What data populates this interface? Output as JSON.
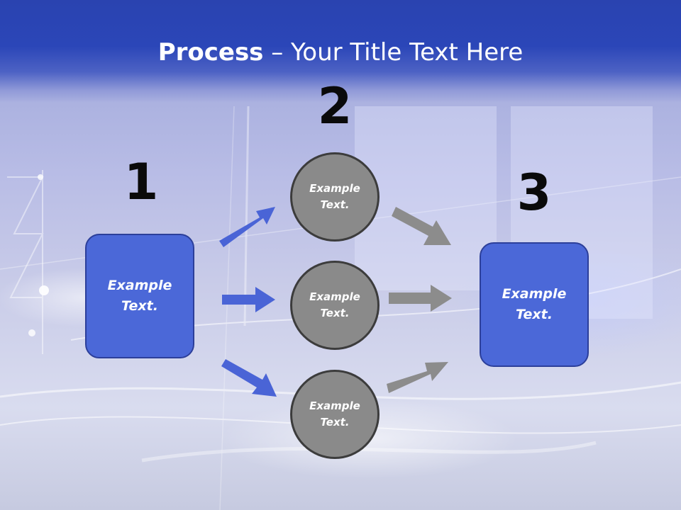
{
  "slide": {
    "title_bold": "Process",
    "title_rest": " – Your Title Text Here"
  },
  "steps": {
    "step1_number": "1",
    "step2_number": "2",
    "step3_number": "3"
  },
  "boxes": {
    "left_label": "Example\nText.",
    "right_label": "Example\nText."
  },
  "circles": {
    "top_label": "Example\nText.",
    "middle_label": "Example\nText.",
    "bottom_label": "Example\nText."
  },
  "colors": {
    "header_blue": "#2b46b8",
    "box_blue": "#4b68d8",
    "circle_gray": "#8a8a8a",
    "arrow_blue": "#4a64d6",
    "arrow_gray": "#8c8c8c"
  }
}
